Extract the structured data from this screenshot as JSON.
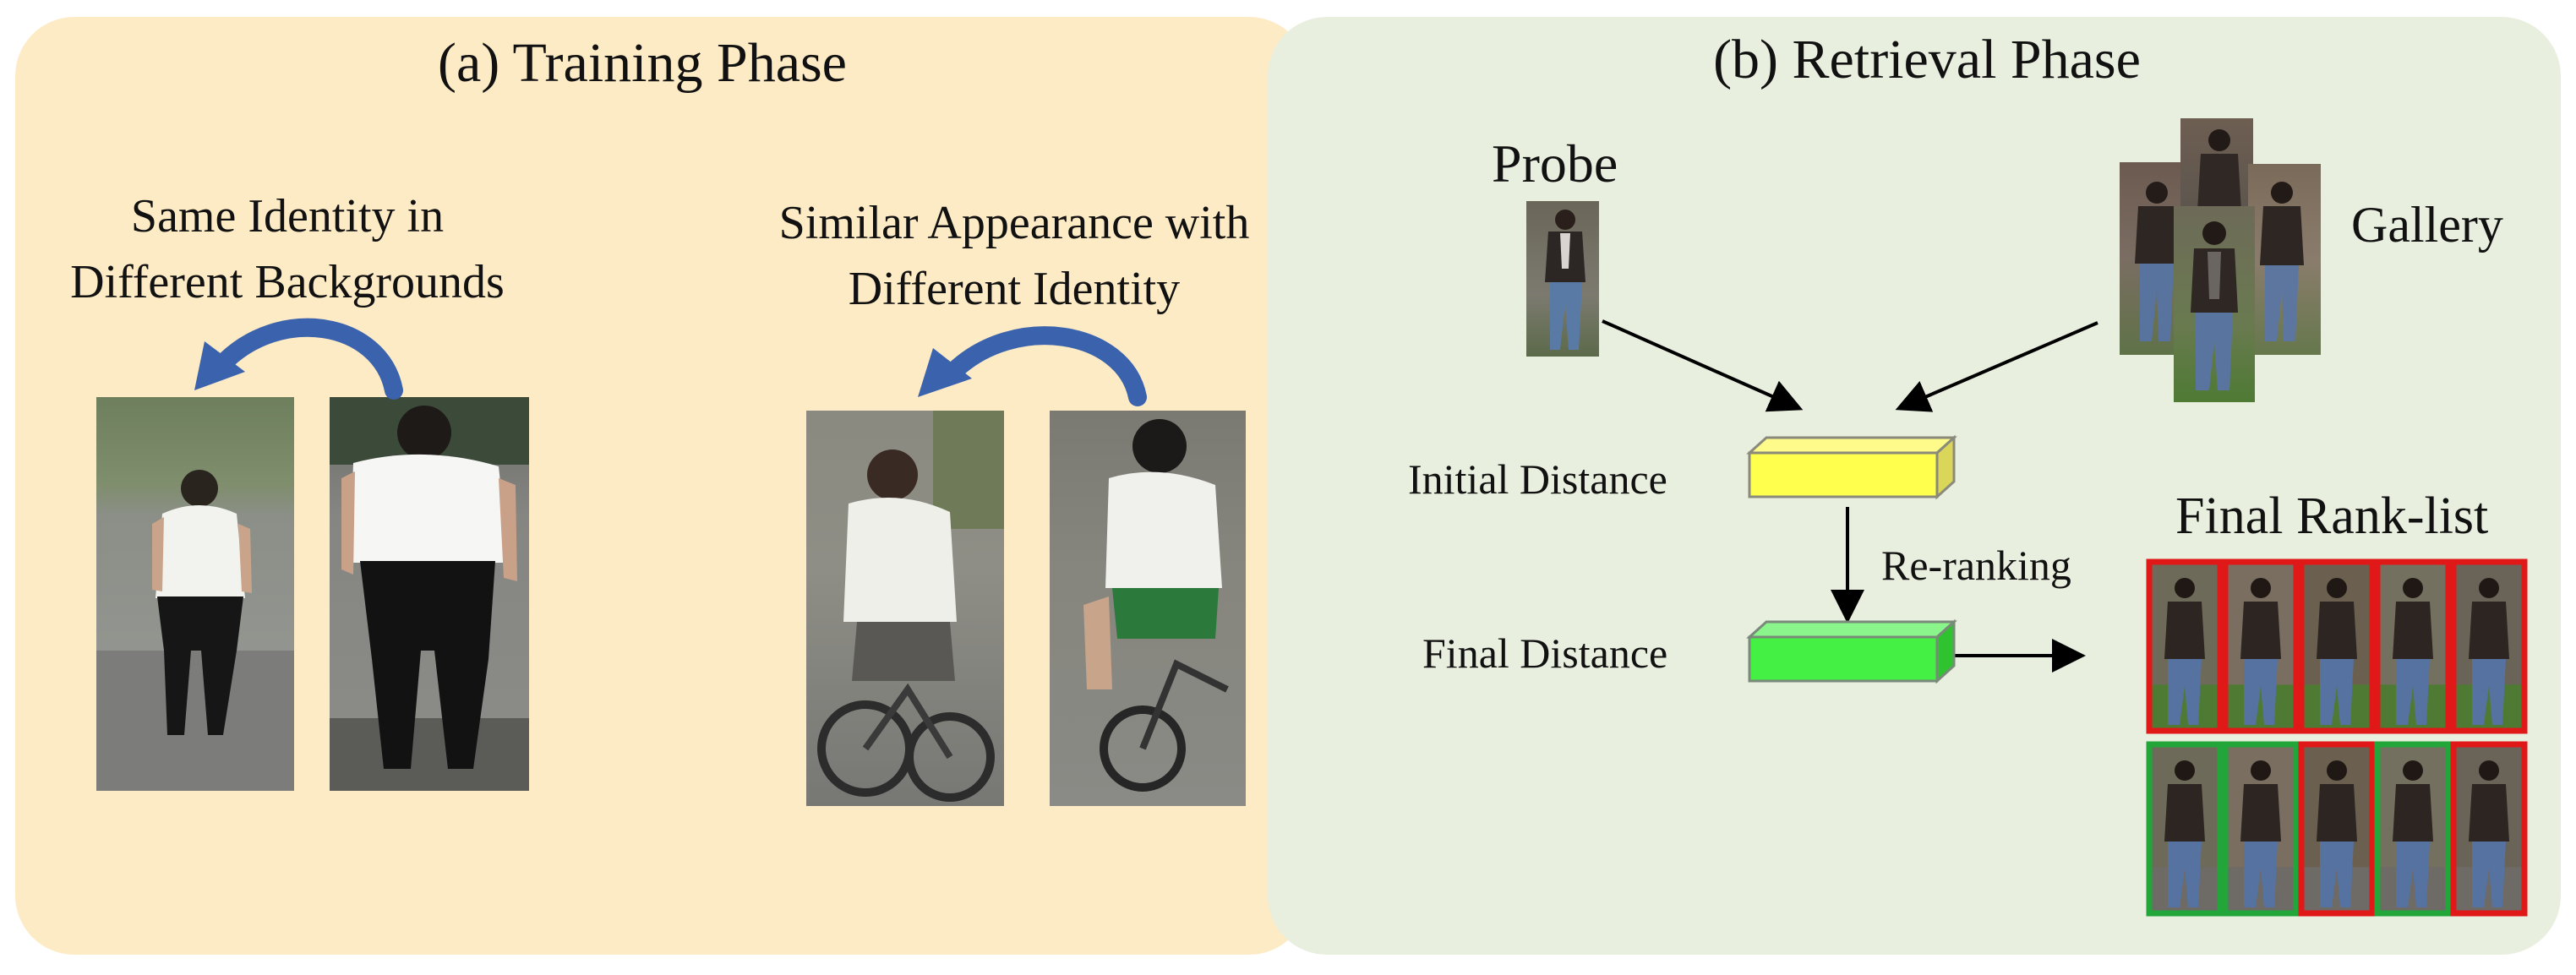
{
  "panel_a": {
    "title": "(a) Training Phase",
    "left_caption_line1": "Same Identity in",
    "left_caption_line2": "Different Backgrounds",
    "right_caption_line1": "Similar Appearance with",
    "right_caption_line2": "Different Identity"
  },
  "panel_b": {
    "title": "(b) Retrieval Phase",
    "probe_label": "Probe",
    "gallery_label": "Gallery",
    "initial_distance_label": "Initial Distance",
    "final_distance_label": "Final Distance",
    "reranking_label": "Re-ranking",
    "ranklist_title": "Final Rank-list"
  },
  "colors": {
    "panel_a_bg": "#fdebc6",
    "panel_b_bg": "#e8efdf",
    "arrow_blue": "#3b62ad",
    "initial_box": "#ffff4d",
    "final_box": "#44f044",
    "mismatch_border": "#e01818",
    "match_border": "#22a63a"
  },
  "ranklist": {
    "row1": [
      "mismatch",
      "mismatch",
      "mismatch",
      "mismatch",
      "mismatch"
    ],
    "row2": [
      "match",
      "match",
      "mismatch",
      "match",
      "mismatch"
    ]
  }
}
